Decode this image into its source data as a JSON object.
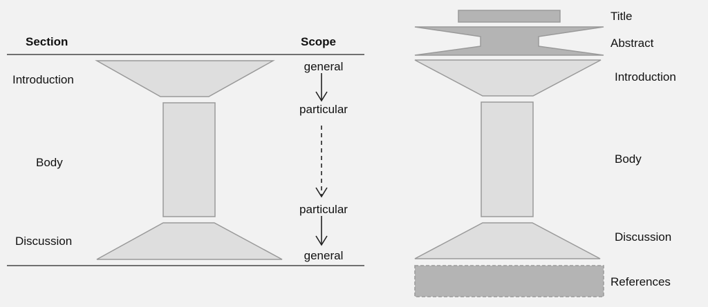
{
  "left": {
    "headers": {
      "section": "Section",
      "scope": "Scope"
    },
    "sections": [
      "Introduction",
      "Body",
      "Discussion"
    ],
    "scope_labels": [
      "general",
      "particular",
      "particular",
      "general"
    ]
  },
  "right": {
    "labels": [
      "Title",
      "Abstract",
      "Introduction",
      "Body",
      "Discussion",
      "References"
    ]
  },
  "colors": {
    "light_fill": "#dedede",
    "dark_fill": "#b4b4b4",
    "background": "#f2f2f2"
  }
}
